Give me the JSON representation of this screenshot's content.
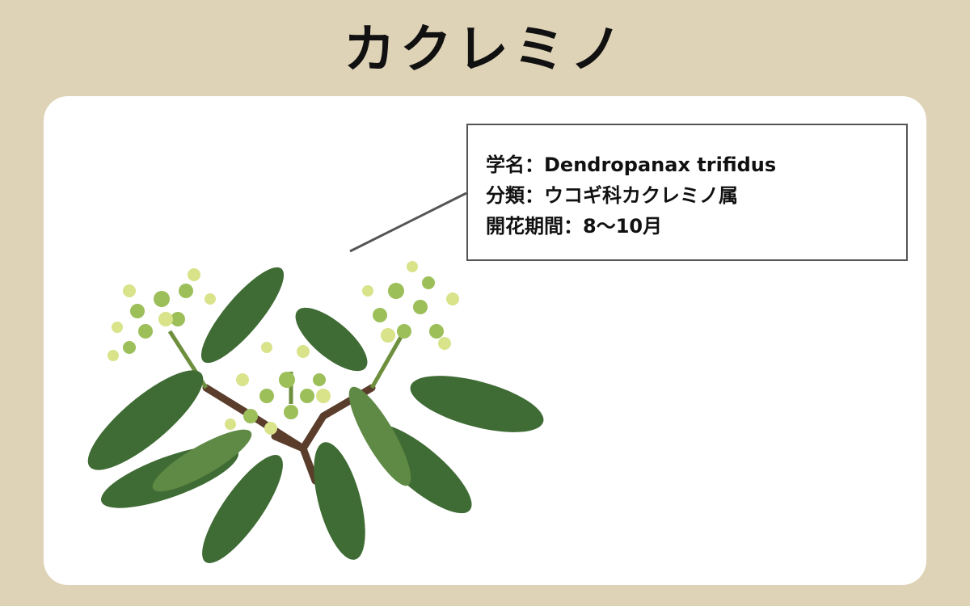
{
  "title": "カクレミノ",
  "info": {
    "scientific_name": "学名：Dendropanax trifidus",
    "classification": "分類：ウコギ科カクレミノ属",
    "flowering_period": "開花期間：8〜10月"
  },
  "colors": {
    "background": "#dfd3b7",
    "card": "#ffffff",
    "leaf_dark": "#3f6b34",
    "leaf_light": "#5f8a45",
    "flower": "#d8e38a",
    "bud": "#9cbf5a",
    "stem": "#5a3d2b"
  }
}
